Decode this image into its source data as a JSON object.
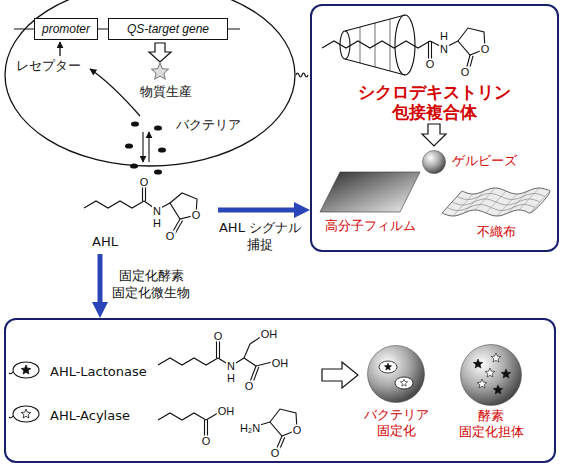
{
  "diagram": {
    "nodes": [
      {
        "text": [
          "レセプター",
          "物質生産"
        ]
      },
      {
        "text": [
          "promoter"
        ],
        "in": 0
      },
      {
        "text": [
          "QS-target gene"
        ],
        "in": 0
      },
      {
        "text": [
          "AHL"
        ]
      },
      {
        "text": [
          "シクロデキストリン 包接複合体"
        ]
      },
      {
        "text": [
          "ゲルビーズ"
        ],
        "in": 4
      },
      {
        "text": [
          "高分子フィルム"
        ],
        "in": 4
      },
      {
        "text": [
          "不織布"
        ],
        "in": 4
      },
      {
        "text": [
          "AHL-Lactonase",
          "AHL-Acylase"
        ]
      },
      {
        "text": [
          "バクテリア 固定化"
        ],
        "in": 8
      },
      {
        "text": [
          "酵素 固定化担体"
        ],
        "in": 8
      }
    ],
    "edges": [
      {
        "from": 3,
        "to": 4,
        "arrow": "to",
        "label": "AHL シグナル 捕捉"
      },
      {
        "from": 3,
        "to": 8,
        "arrow": "to",
        "label": "固定化酵素 固定化微生物"
      }
    ],
    "labels": [
      "バクテリア",
      "O",
      "N",
      "H",
      "O",
      "O",
      "O",
      "H",
      "N",
      "O",
      "O",
      "O",
      "OH",
      "N",
      "H",
      "OH",
      "O",
      "OH",
      "O",
      "H₂N",
      "O",
      "O"
    ]
  }
}
